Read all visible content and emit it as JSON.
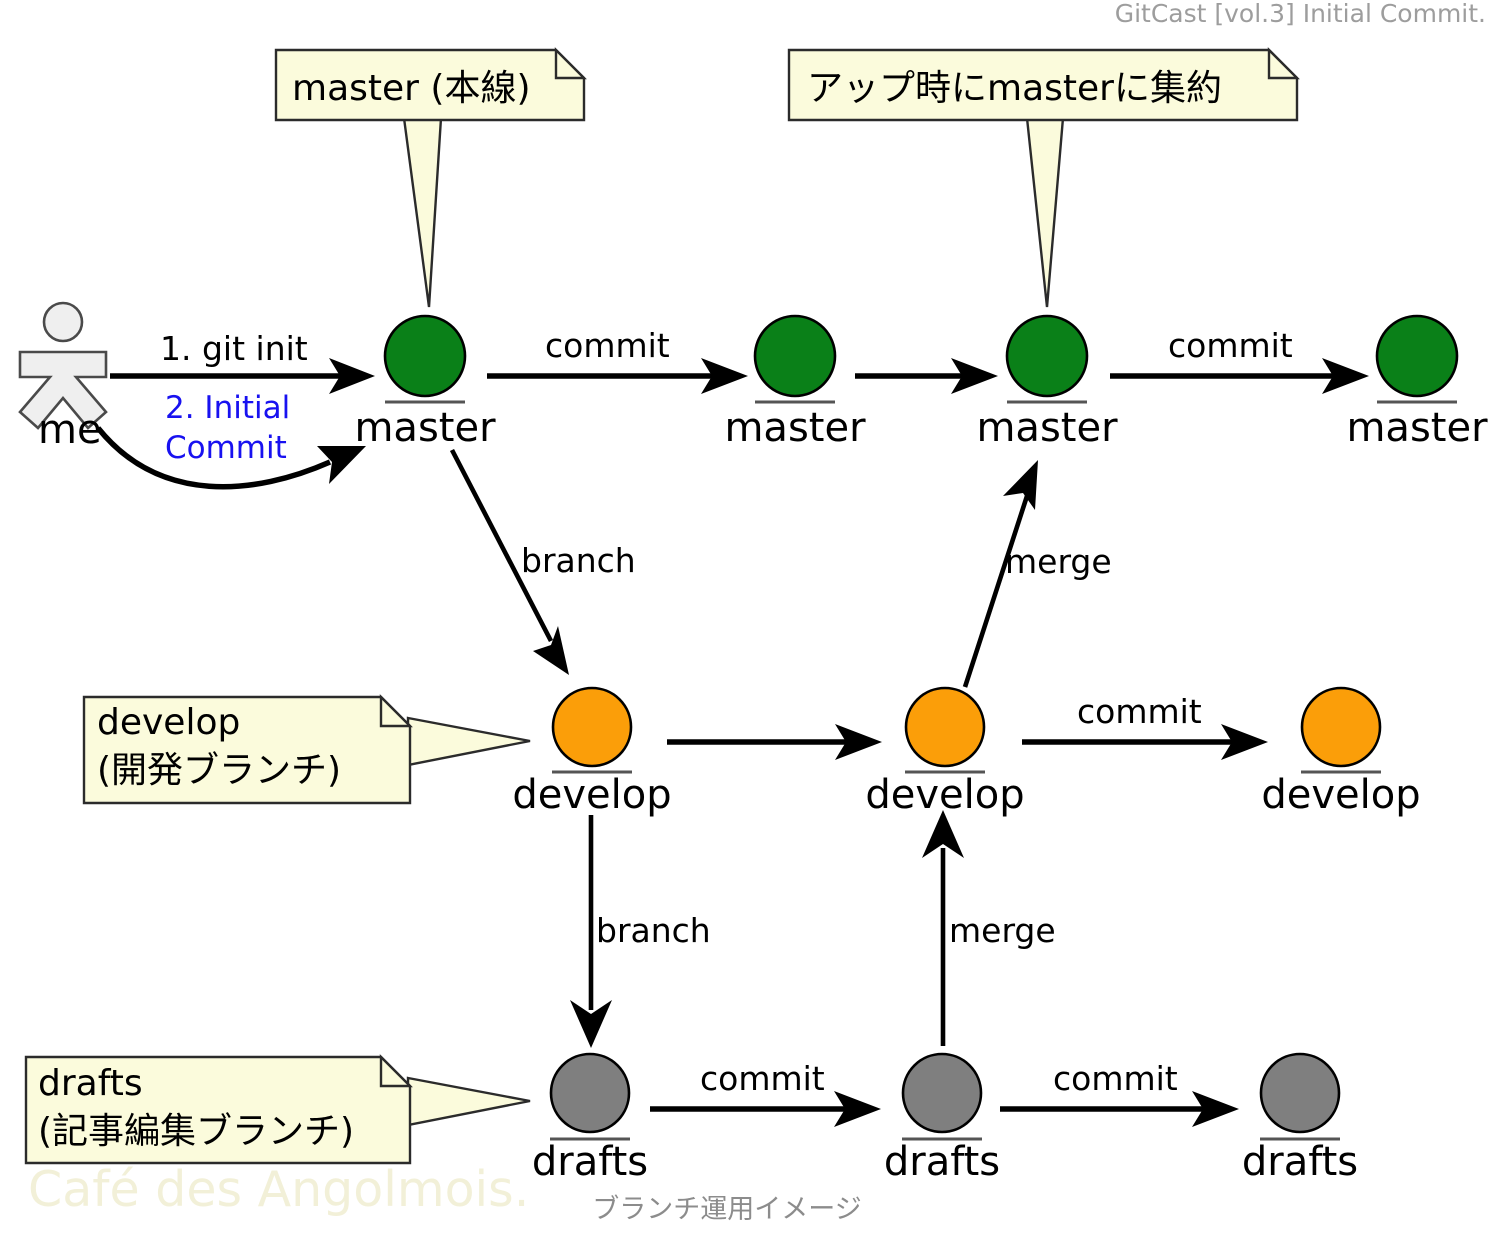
{
  "header": {
    "title": "GitCast [vol.3] Initial Commit."
  },
  "watermark": {
    "text": "Café des Angolmois."
  },
  "caption": {
    "text": "ブランチ運用イメージ"
  },
  "colors": {
    "master": "#0a8018",
    "develop": "#fb9e09",
    "drafts": "#7f7f7f",
    "note_fill": "#fbfbdc",
    "note_stroke": "#2b2b2b",
    "header_text": "#9d9d9d",
    "watermark_text": "#f2f0d8",
    "caption_text": "#8c8c8c",
    "blue_label": "#1811f0",
    "actor_fill": "#efefef"
  },
  "actor": {
    "label": "me",
    "icon": "person-icon"
  },
  "notes": [
    {
      "id": "note-master",
      "lines": [
        "master (本線)"
      ]
    },
    {
      "id": "note-aggregate",
      "lines": [
        "アップ時にmasterに集約"
      ]
    },
    {
      "id": "note-develop",
      "lines": [
        "develop",
        "(開発ブランチ)"
      ]
    },
    {
      "id": "note-drafts",
      "lines": [
        "drafts",
        "(記事編集ブランチ)"
      ]
    }
  ],
  "branches": [
    {
      "name": "master",
      "color": "#0a8018",
      "nodes": [
        {
          "label": "master"
        },
        {
          "label": "master"
        },
        {
          "label": "master"
        },
        {
          "label": "master"
        }
      ],
      "edges": [
        {
          "label": "commit"
        },
        {
          "label": ""
        },
        {
          "label": "commit"
        }
      ]
    },
    {
      "name": "develop",
      "color": "#fb9e09",
      "nodes": [
        {
          "label": "develop"
        },
        {
          "label": "develop"
        },
        {
          "label": "develop"
        }
      ],
      "edges": [
        {
          "label": ""
        },
        {
          "label": "commit"
        }
      ]
    },
    {
      "name": "drafts",
      "color": "#7f7f7f",
      "nodes": [
        {
          "label": "drafts"
        },
        {
          "label": "drafts"
        },
        {
          "label": "drafts"
        }
      ],
      "edges": [
        {
          "label": "commit"
        },
        {
          "label": "commit"
        }
      ]
    }
  ],
  "actor_edges": [
    {
      "id": "git-init",
      "label": "1. git init"
    },
    {
      "id": "initial-commit",
      "label_line1": "2. Initial",
      "label_line2": "Commit"
    }
  ],
  "cross_edges": [
    {
      "id": "master-to-develop",
      "label": "branch"
    },
    {
      "id": "develop-to-master",
      "label": "merge"
    },
    {
      "id": "develop-to-drafts",
      "label": "branch"
    },
    {
      "id": "drafts-to-develop",
      "label": "merge"
    }
  ]
}
